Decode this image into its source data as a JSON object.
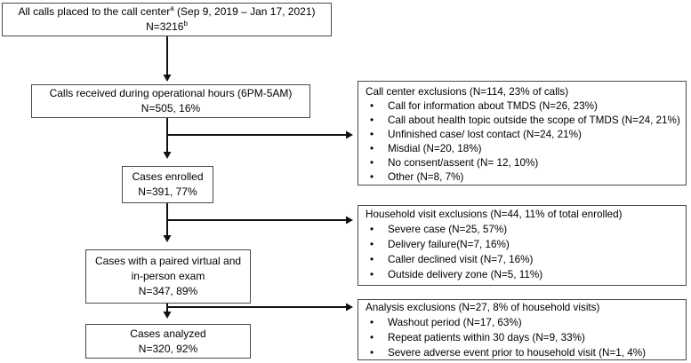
{
  "figure": {
    "background": "#ffffff",
    "box_border_color": "#4a4a4a",
    "arrow_color": "#111111",
    "text_color": "#000000"
  },
  "flow_boxes": [
    {
      "name": "all-calls",
      "line1_pre": "All calls placed to the call center",
      "line1_sup": "a",
      "line1_post": " (Sep 9, 2019 – Jan 17, 2021)",
      "line2": "N=3216",
      "line2_sup": "b"
    },
    {
      "name": "operational-hours",
      "lines": [
        "Calls received during operational hours (6PM-5AM)",
        "N=505, 16%"
      ]
    },
    {
      "name": "cases-enrolled",
      "lines": [
        "Cases enrolled",
        "N=391, 77%"
      ]
    },
    {
      "name": "paired-exam",
      "lines": [
        "Cases with a paired virtual and",
        "in-person exam",
        "N=347, 89%"
      ]
    },
    {
      "name": "cases-analyzed",
      "lines": [
        "Cases analyzed",
        "N=320, 92%"
      ]
    }
  ],
  "exclusion_boxes": [
    {
      "title": "Call center exclusions (N=114, 23% of calls)",
      "items": [
        "Call for information about TMDS (N=26, 23%)",
        "Call about health topic outside the scope of TMDS (N=24, 21%)",
        "Unfinished case/ lost contact (N=24, 21%)",
        "Misdial (N=20, 18%)",
        "No consent/assent (N= 12, 10%)",
        "Other (N=8, 7%)"
      ]
    },
    {
      "title": "Household visit exclusions (N=44, 11% of total enrolled)",
      "items": [
        "Severe case (N=25, 57%)",
        "Delivery failure(N=7, 16%)",
        "Caller declined visit (N=7, 16%)",
        "Outside delivery zone (N=5, 11%)"
      ]
    },
    {
      "title": "Analysis exclusions (N=27, 8% of household visits)",
      "items": [
        "Washout period (N=17, 63%)",
        "Repeat patients within 30 days (N=9, 33%)",
        "Severe adverse event prior to household visit (N=1, 4%)"
      ]
    }
  ]
}
